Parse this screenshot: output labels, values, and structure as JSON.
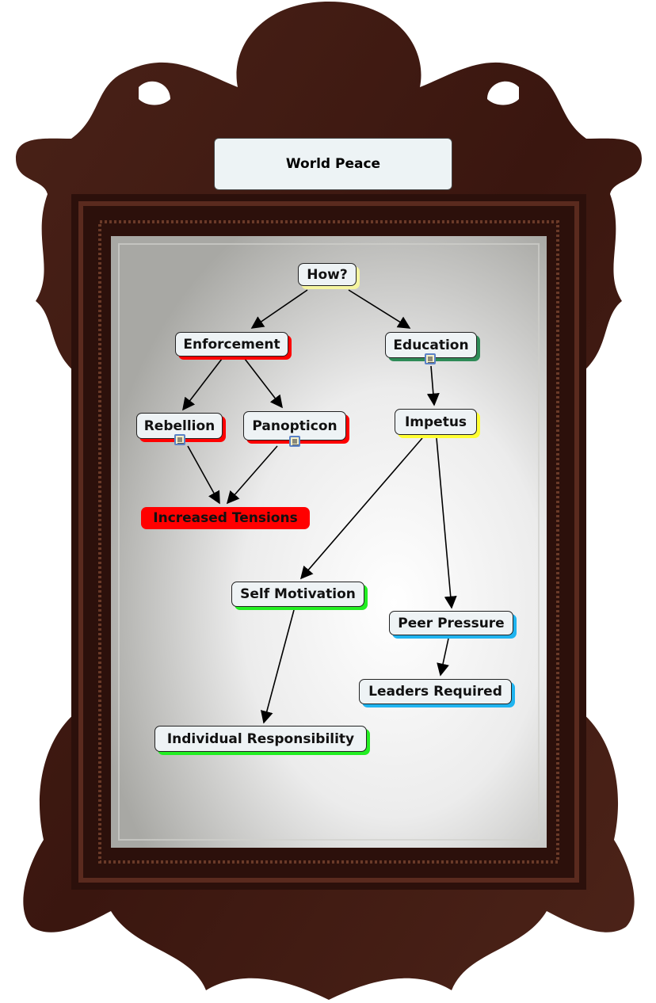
{
  "title": "World Peace",
  "nodes": {
    "how": "How?",
    "enforcement": "Enforcement",
    "education": "Education",
    "rebellion": "Rebellion",
    "panopticon": "Panopticon",
    "impetus": "Impetus",
    "increased_tensions": "Increased Tensions",
    "self_motivation": "Self Motivation",
    "peer_pressure": "Peer Pressure",
    "leaders_required": "Leaders Required",
    "individual_responsibility": "Individual Responsibility"
  },
  "colors": {
    "red": "#ff0000",
    "green": "#2e8b57",
    "yellow": "#ffff33",
    "lightyellow": "#f5f5a0",
    "lime": "#22ee22",
    "blue": "#1fb4f0",
    "frame": "#3d1a12"
  },
  "edges": [
    [
      "how",
      "enforcement"
    ],
    [
      "how",
      "education"
    ],
    [
      "enforcement",
      "rebellion"
    ],
    [
      "enforcement",
      "panopticon"
    ],
    [
      "rebellion",
      "increased_tensions"
    ],
    [
      "panopticon",
      "increased_tensions"
    ],
    [
      "education",
      "impetus"
    ],
    [
      "impetus",
      "self_motivation"
    ],
    [
      "impetus",
      "peer_pressure"
    ],
    [
      "peer_pressure",
      "leaders_required"
    ],
    [
      "self_motivation",
      "individual_responsibility"
    ]
  ]
}
